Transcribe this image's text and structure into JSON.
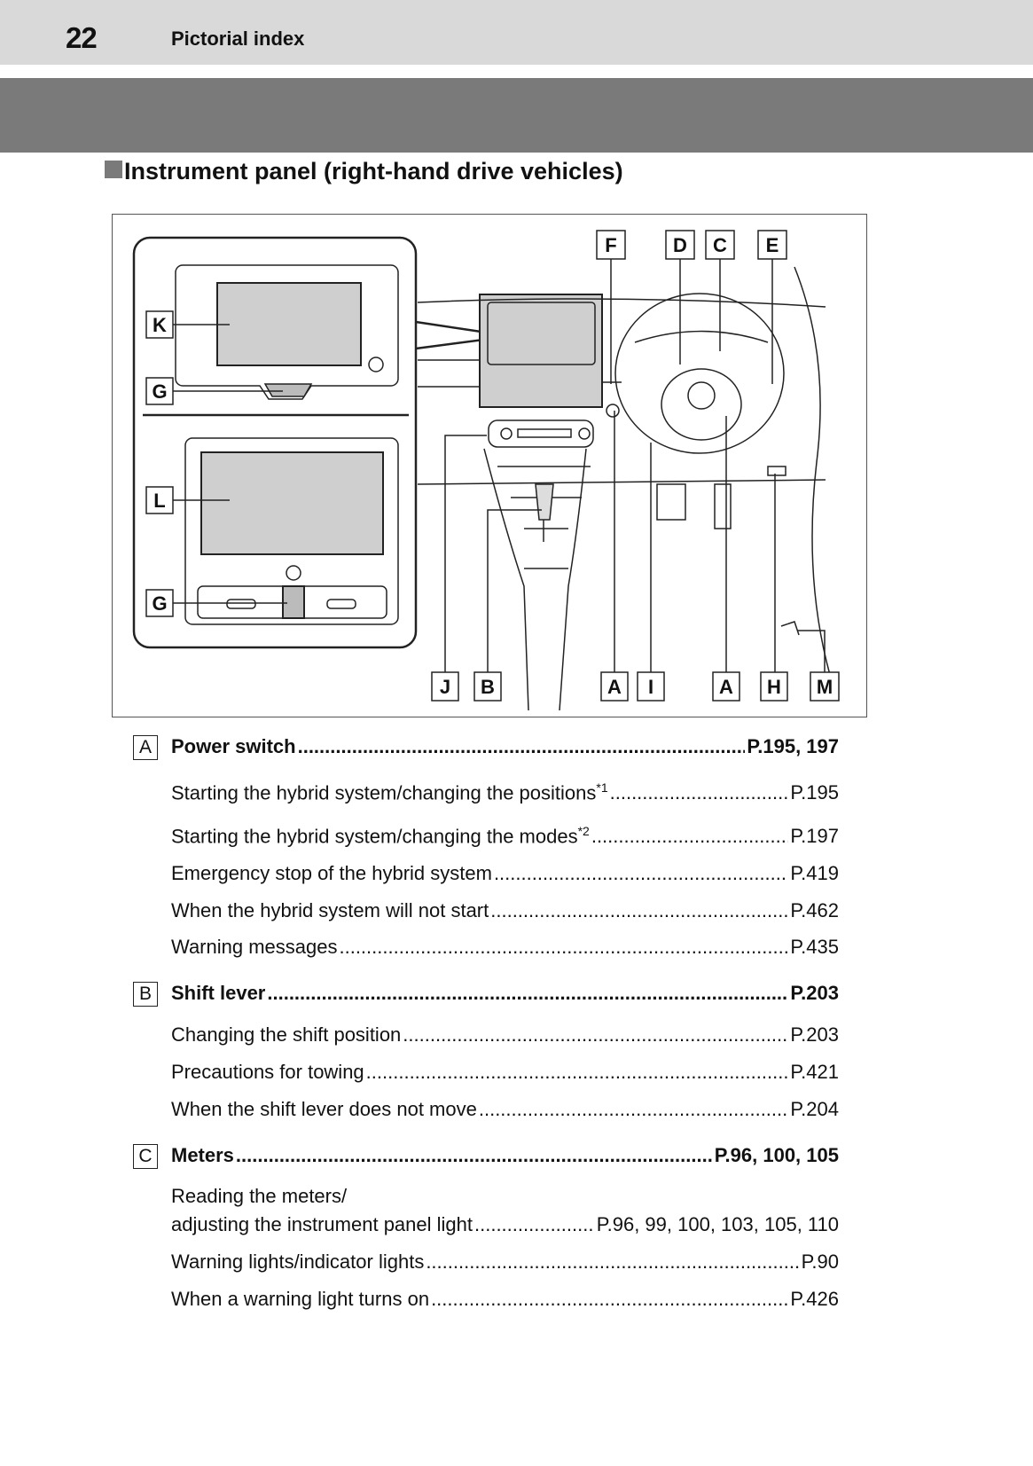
{
  "header": {
    "page_number": "22",
    "section": "Pictorial index"
  },
  "section_title": "Instrument panel (right-hand drive vehicles)",
  "diagram": {
    "callouts_top": [
      "F",
      "D",
      "C",
      "E"
    ],
    "callouts_left": [
      "K",
      "G",
      "L",
      "G"
    ],
    "callouts_bottom": [
      "J",
      "B",
      "A",
      "I",
      "A",
      "H",
      "M"
    ]
  },
  "items": [
    {
      "letter": "A",
      "title": "Power switch",
      "page": "P.195, 197",
      "subs": [
        {
          "text": "Starting the hybrid system/changing the positions",
          "sup": "*1",
          "page": "P.195"
        },
        {
          "text": "Starting the hybrid system/changing the modes",
          "sup": "*2",
          "page": "P.197"
        },
        {
          "text": "Emergency stop of the hybrid system",
          "page": "P.419"
        },
        {
          "text": "When the hybrid system will not start",
          "page": "P.462"
        },
        {
          "text": "Warning messages",
          "page": "P.435"
        }
      ]
    },
    {
      "letter": "B",
      "title": "Shift lever",
      "page": "P.203",
      "subs": [
        {
          "text": "Changing the shift position",
          "page": "P.203"
        },
        {
          "text": "Precautions for towing",
          "page": "P.421"
        },
        {
          "text": "When the shift lever does not move",
          "page": "P.204"
        }
      ]
    },
    {
      "letter": "C",
      "title": "Meters",
      "page": "P.96, 100, 105",
      "subs": [
        {
          "text": "Reading the meters/",
          "text2": "adjusting the instrument panel light",
          "page": "P.96, 99, 100, 103, 105, 110"
        },
        {
          "text": "Warning lights/indicator lights",
          "page": "P.90"
        },
        {
          "text": "When a warning light turns on",
          "page": "P.426"
        }
      ]
    }
  ]
}
